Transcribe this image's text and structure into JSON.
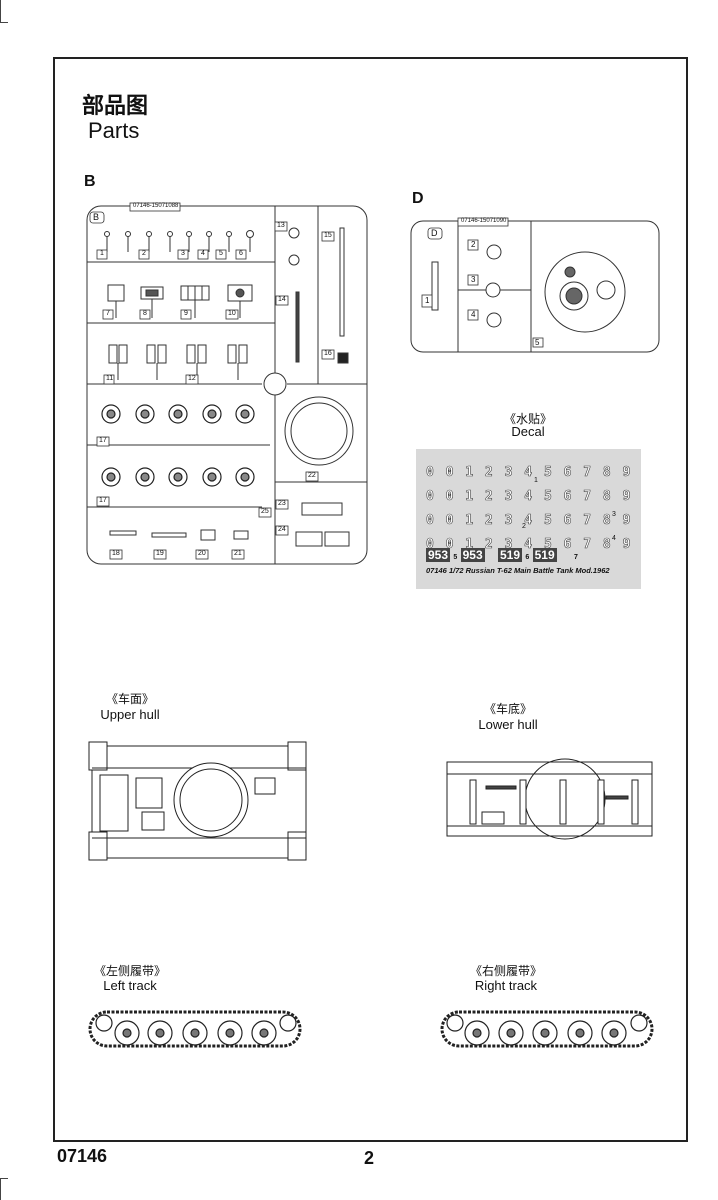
{
  "page": {
    "title_cn": "部品图",
    "title_en": "Parts",
    "footer_code": "07146",
    "page_number": "2"
  },
  "sprue_b": {
    "letter": "B",
    "tag": "B",
    "code": "07146-15071088",
    "part_numbers": [
      "1",
      "2",
      "3",
      "4",
      "5",
      "6",
      "7",
      "8",
      "9",
      "10",
      "11",
      "12",
      "13",
      "14",
      "15",
      "16",
      "17",
      "17",
      "18",
      "19",
      "20",
      "21",
      "22",
      "23",
      "24",
      "25"
    ]
  },
  "sprue_d": {
    "letter": "D",
    "tag": "D",
    "code": "07146-15071090",
    "part_numbers": [
      "1",
      "2",
      "3",
      "4",
      "5"
    ]
  },
  "decal": {
    "label_cn": "《水贴》",
    "label_en": "Decal",
    "caption": "07146 1/72  Russian T-62 Main Battle Tank Mod.1962",
    "digit_rows": [
      [
        "0",
        "0",
        "1",
        "2",
        "3",
        "4",
        "5",
        "6",
        "7",
        "8",
        "9"
      ],
      [
        "0",
        "0",
        "1",
        "2",
        "3",
        "4",
        "5",
        "6",
        "7",
        "8",
        "9"
      ],
      [
        "0",
        "0",
        "1",
        "2",
        "3",
        "4",
        "5",
        "6",
        "7",
        "8",
        "9"
      ],
      [
        "0",
        "0",
        "1",
        "2",
        "3",
        "4",
        "5",
        "6",
        "7",
        "8",
        "9"
      ]
    ],
    "markers": [
      "1",
      "2",
      "3",
      "4",
      "5",
      "6",
      "7"
    ],
    "numbers": [
      "953",
      "953",
      "519",
      "519"
    ]
  },
  "upper_hull": {
    "label_cn": "《车面》",
    "label_en": "Upper hull"
  },
  "lower_hull": {
    "label_cn": "《车底》",
    "label_en": "Lower hull"
  },
  "left_track": {
    "label_cn": "《左侧履带》",
    "label_en": "Left track"
  },
  "right_track": {
    "label_cn": "《右侧履带》",
    "label_en": "Right track"
  }
}
